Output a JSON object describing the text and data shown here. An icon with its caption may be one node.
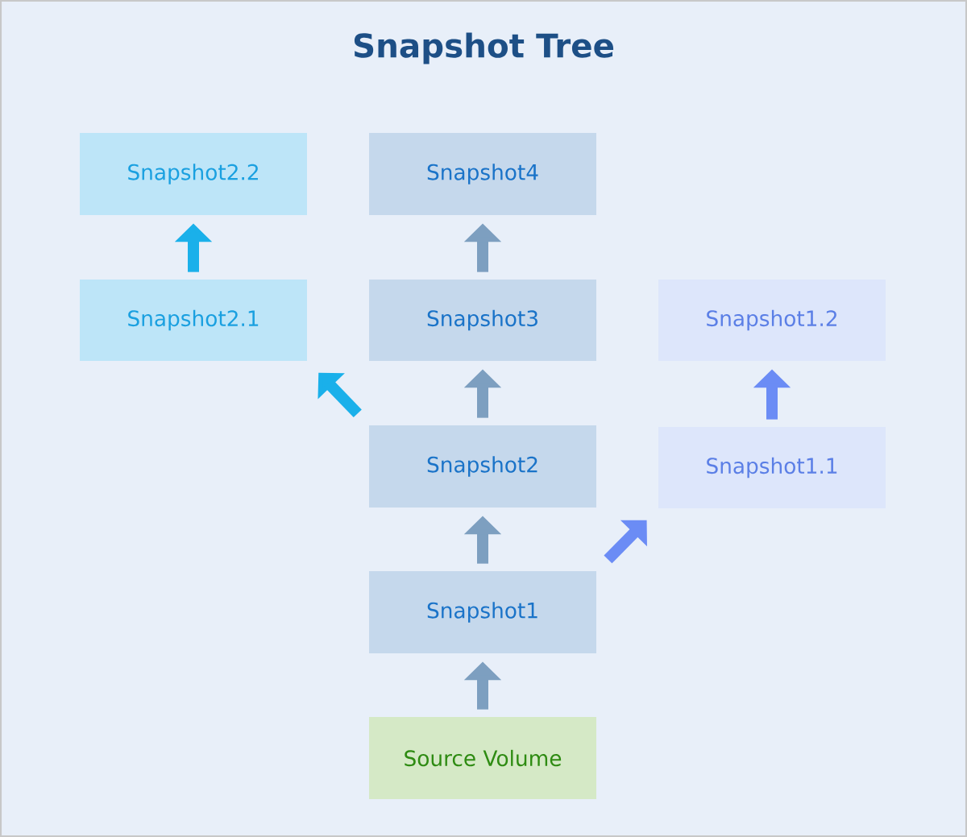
{
  "diagram": {
    "title": "Snapshot Tree",
    "nodes": [
      {
        "text": [
          "Snapshot2.2"
        ]
      },
      {
        "text": [
          "Snapshot4"
        ]
      },
      {
        "text": [
          "Snapshot2.1"
        ]
      },
      {
        "text": [
          "Snapshot3"
        ]
      },
      {
        "text": [
          "Snapshot1.2"
        ]
      },
      {
        "text": [
          "Snapshot2"
        ]
      },
      {
        "text": [
          "Snapshot1.1"
        ]
      },
      {
        "text": [
          "Snapshot1"
        ]
      },
      {
        "text": [
          "Source Volume"
        ]
      }
    ],
    "edges": [
      {
        "from": 8,
        "to": 7,
        "arrow": "to"
      },
      {
        "from": 7,
        "to": 5,
        "arrow": "to"
      },
      {
        "from": 5,
        "to": 3,
        "arrow": "to"
      },
      {
        "from": 3,
        "to": 1,
        "arrow": "to"
      },
      {
        "from": 5,
        "to": 2,
        "arrow": "to",
        "color": "#1ab0ea"
      },
      {
        "from": 2,
        "to": 0,
        "arrow": "to",
        "color": "#1ab0ea"
      },
      {
        "from": 7,
        "to": 6,
        "arrow": "to",
        "color": "#6b8cf5"
      },
      {
        "from": 6,
        "to": 4,
        "arrow": "to",
        "color": "#6b8cf5"
      }
    ]
  }
}
